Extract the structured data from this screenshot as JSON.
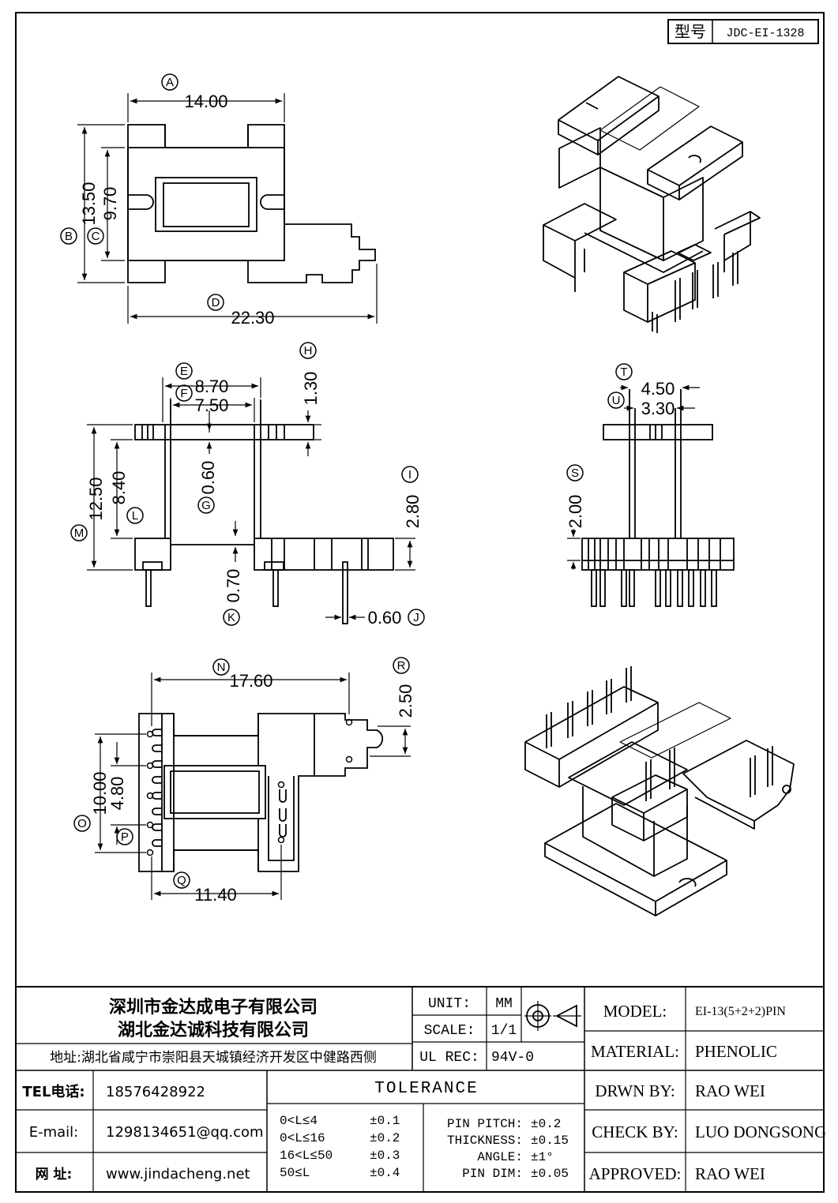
{
  "model_box": {
    "label": "型号",
    "value": "JDC-EI-1328"
  },
  "dimensions": {
    "A": "14.00",
    "B": "13.50",
    "C": "9.70",
    "D": "22.30",
    "E": "8.70",
    "F": "7.50",
    "G": "0.60",
    "H": "1.30",
    "I": "2.80",
    "J": "0.60",
    "K": "0.70",
    "L": "8.40",
    "M": "12.50",
    "N": "17.60",
    "O": "10.00",
    "P": "4.80",
    "Q": "11.40",
    "R": "2.50",
    "S": "2.00",
    "T": "4.50",
    "U": "3.30"
  },
  "markers": [
    "A",
    "B",
    "C",
    "D",
    "E",
    "F",
    "G",
    "H",
    "I",
    "J",
    "K",
    "L",
    "M",
    "N",
    "O",
    "P",
    "Q",
    "R",
    "S",
    "T",
    "U"
  ],
  "company": {
    "name1": "深圳市金达成电子有限公司",
    "name2": "湖北金达诚科技有限公司",
    "address": "地址:湖北省咸宁市崇阳县天城镇经济开发区中健路西侧"
  },
  "contacts": {
    "tel_label": "TEL电话:",
    "tel": "18576428922",
    "email_label": "E-mail:",
    "email": "1298134651@qq.com",
    "web_label": "网    址:",
    "web": "www.jindacheng.net"
  },
  "spec": {
    "unit_label": "UNIT:",
    "unit": "MM",
    "scale_label": "SCALE:",
    "scale": "1/1",
    "ul_label": "UL REC:",
    "ul": "94V-0"
  },
  "tolerance": {
    "title": "TOLERANCE",
    "ranges": [
      {
        "range": "0<L≤4",
        "tol": "±0.1"
      },
      {
        "range": "0<L≤16",
        "tol": "±0.2"
      },
      {
        "range": "16<L≤50",
        "tol": "±0.3"
      },
      {
        "range": "50≤L",
        "tol": "±0.4"
      }
    ],
    "specs": [
      {
        "name": "PIN PITCH:",
        "tol": "±0.2"
      },
      {
        "name": "THICKNESS:",
        "tol": "±0.15"
      },
      {
        "name": "ANGLE:",
        "tol": "±1°"
      },
      {
        "name": "PIN DIM:",
        "tol": "±0.05"
      }
    ]
  },
  "info": {
    "model_label": "MODEL:",
    "model": "EI-13(5+2+2)PIN",
    "material_label": "MATERIAL:",
    "material": "PHENOLIC",
    "drawn_label": "DRWN BY:",
    "drawn": "RAO WEI",
    "check_label": "CHECK BY:",
    "check": "LUO DONGSONG",
    "approved_label": "APPROVED:",
    "approved": "RAO WEI"
  }
}
